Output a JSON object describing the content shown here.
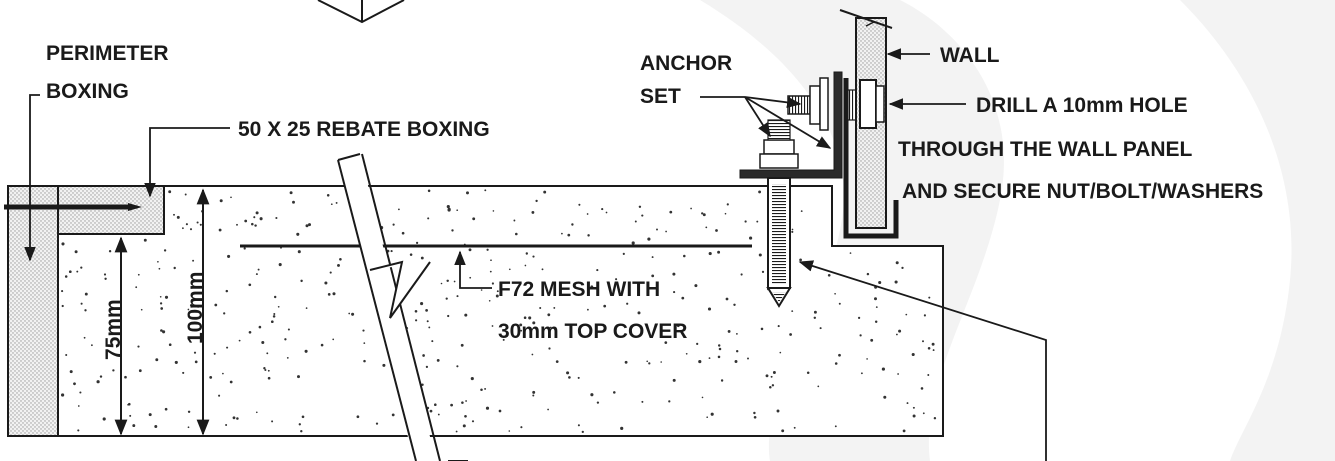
{
  "labels": {
    "perimeter": "PERIMETER",
    "boxing": "BOXING",
    "rebate": "50 X 25 REBATE BOXING",
    "anchor": "ANCHOR",
    "set": "SET",
    "wall": "WALL",
    "drill1": "DRILL A 10mm HOLE",
    "drill2": "THROUGH THE WALL PANEL",
    "drill3": "AND SECURE NUT/BOLT/WASHERS",
    "mesh1": "F72 MESH WITH",
    "mesh2": "30mm TOP COVER",
    "dim_75": "75mm",
    "dim_100": "100mm"
  },
  "colors": {
    "line": "#1a1a1a",
    "stipple": "#c8c8c8",
    "watermark": "#efefef",
    "dots": "#333333"
  }
}
